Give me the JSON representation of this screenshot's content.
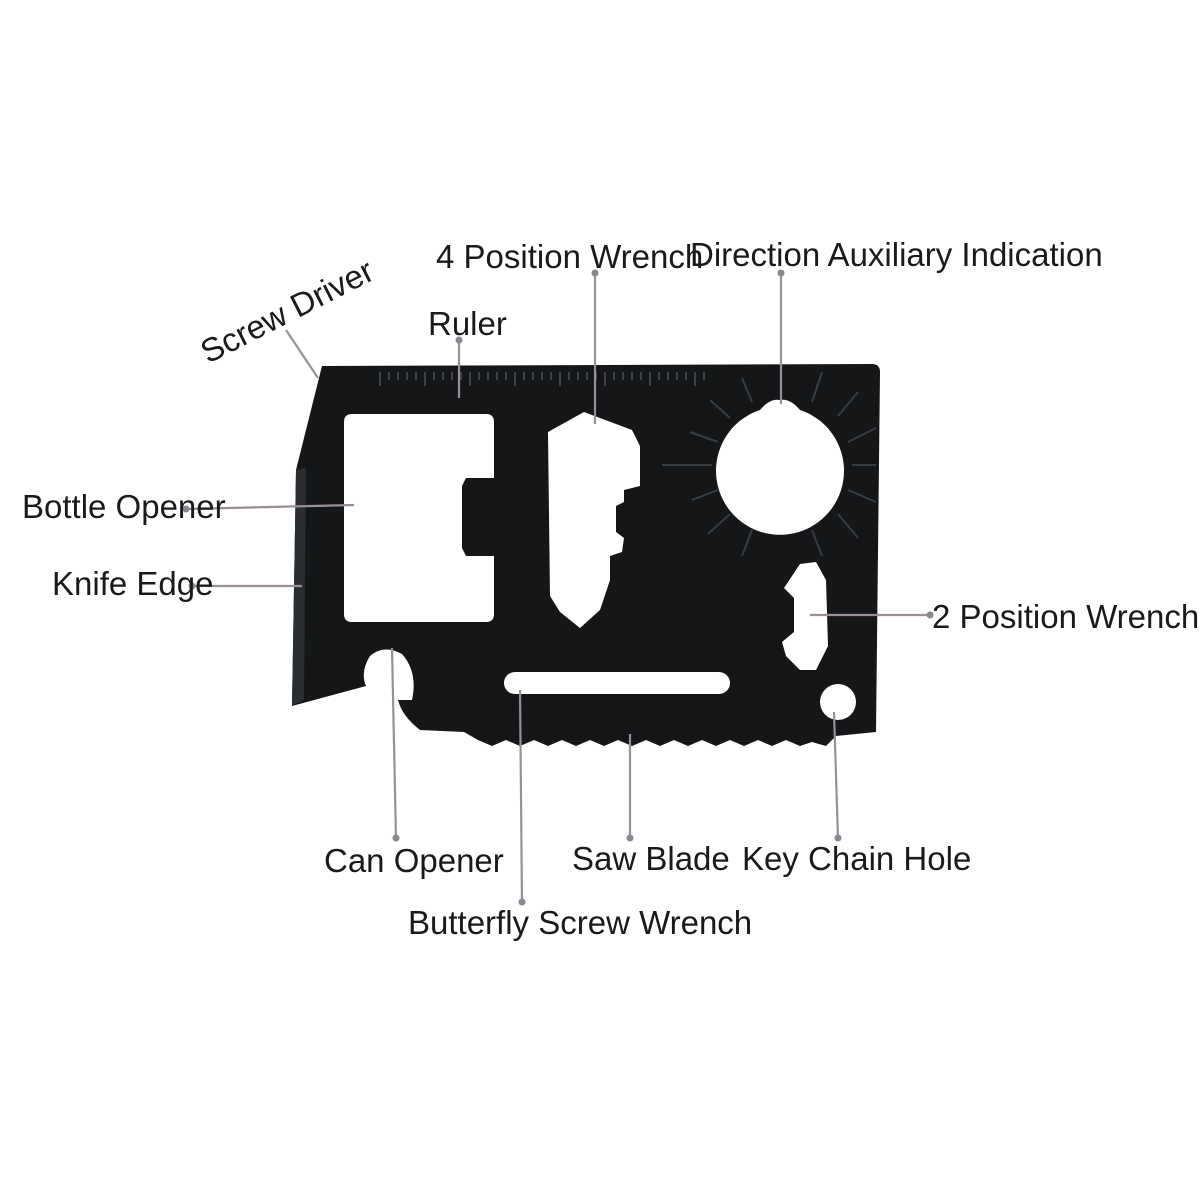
{
  "colors": {
    "card": "#141618",
    "background": "#ffffff",
    "leader": "#9a8f98",
    "text": "#1a1a1a"
  },
  "labels": {
    "screw_driver": "Screw Driver",
    "ruler": "Ruler",
    "four_position_wrench": "4 Position Wrench",
    "direction_auxiliary_indication": "Direction Auxiliary Indication",
    "bottle_opener": "Bottle Opener",
    "knife_edge": "Knife Edge",
    "two_position_wrench": "2 Position Wrench",
    "can_opener": "Can Opener",
    "saw_blade": "Saw Blade",
    "key_chain_hole": "Key Chain Hole",
    "butterfly_screw_wrench": "Butterfly Screw Wrench"
  }
}
